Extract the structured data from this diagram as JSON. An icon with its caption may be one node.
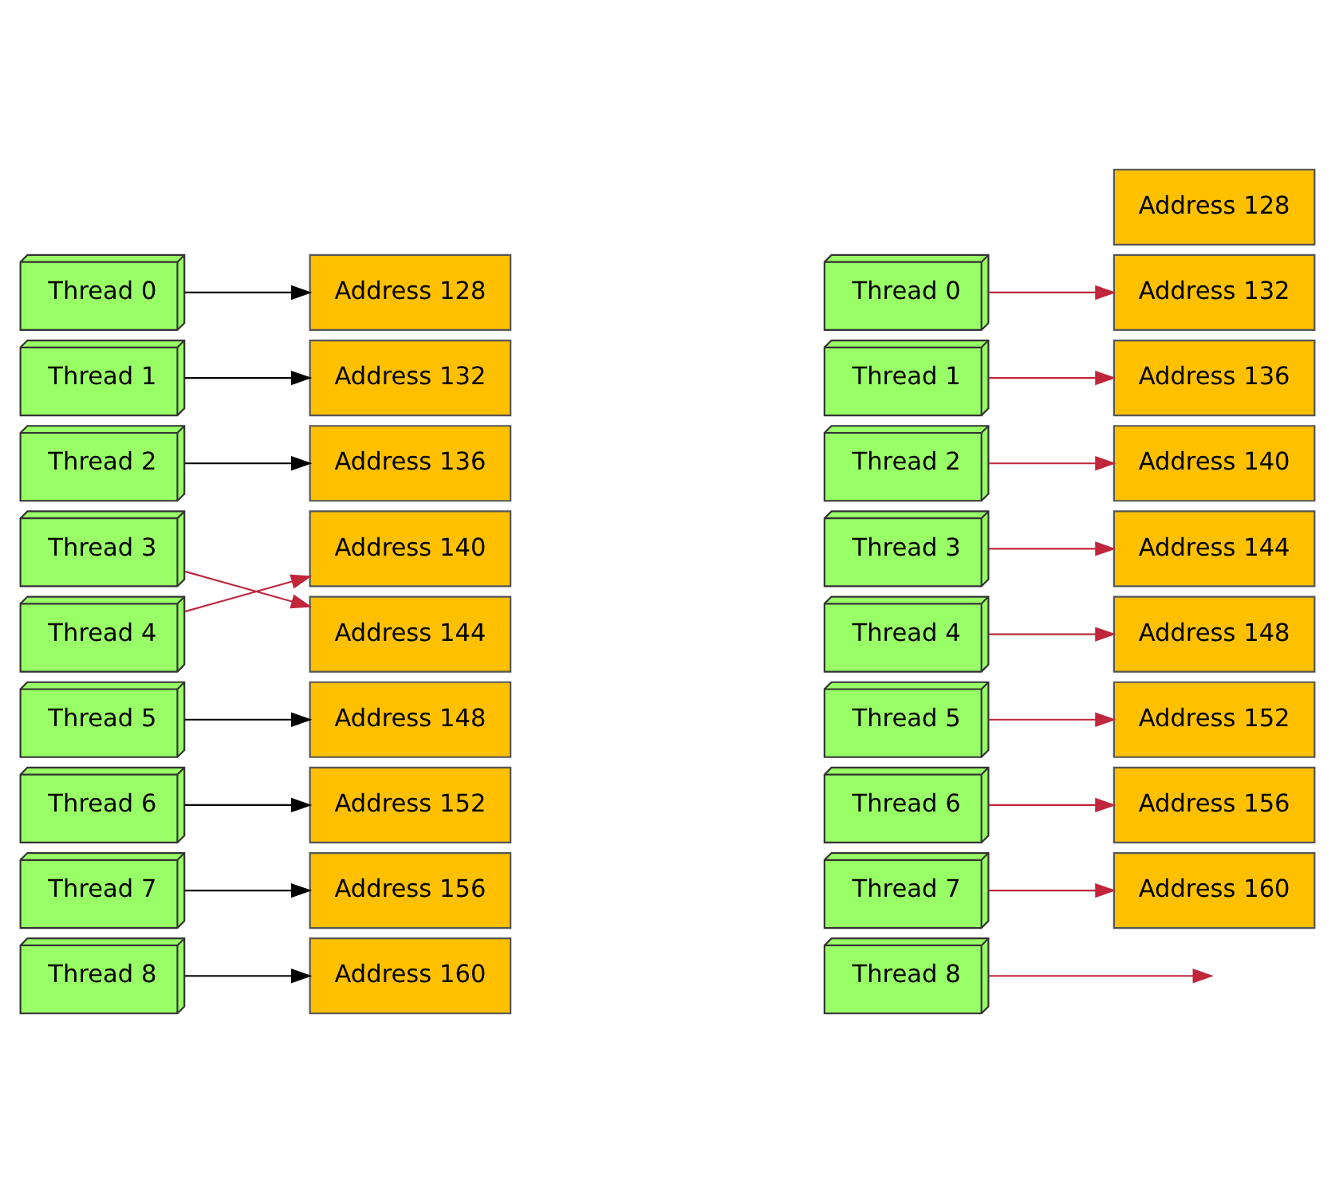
{
  "diagram": {
    "nodes": [
      {
        "text": [
          "Thread 0"
        ]
      },
      {
        "text": [
          "Thread 1"
        ]
      },
      {
        "text": [
          "Thread 2"
        ]
      },
      {
        "text": [
          "Thread 3"
        ]
      },
      {
        "text": [
          "Thread 4"
        ]
      },
      {
        "text": [
          "Thread 5"
        ]
      },
      {
        "text": [
          "Thread 6"
        ]
      },
      {
        "text": [
          "Thread 7"
        ]
      },
      {
        "text": [
          "Thread 8"
        ]
      },
      {
        "text": [
          "Address 128"
        ]
      },
      {
        "text": [
          "Address 132"
        ]
      },
      {
        "text": [
          "Address 136"
        ]
      },
      {
        "text": [
          "Address 140"
        ]
      },
      {
        "text": [
          "Address 144"
        ]
      },
      {
        "text": [
          "Address 148"
        ]
      },
      {
        "text": [
          "Address 152"
        ]
      },
      {
        "text": [
          "Address 156"
        ]
      },
      {
        "text": [
          "Address 160"
        ]
      },
      {
        "text": [
          "Thread 0"
        ]
      },
      {
        "text": [
          "Thread 1"
        ]
      },
      {
        "text": [
          "Thread 2"
        ]
      },
      {
        "text": [
          "Thread 3"
        ]
      },
      {
        "text": [
          "Thread 4"
        ]
      },
      {
        "text": [
          "Thread 5"
        ]
      },
      {
        "text": [
          "Thread 6"
        ]
      },
      {
        "text": [
          "Thread 7"
        ]
      },
      {
        "text": [
          "Thread 8"
        ]
      },
      {
        "text": [
          "Address 128"
        ]
      },
      {
        "text": [
          "Address 132"
        ]
      },
      {
        "text": [
          "Address 136"
        ]
      },
      {
        "text": [
          "Address 140"
        ]
      },
      {
        "text": [
          "Address 144"
        ]
      },
      {
        "text": [
          "Address 148"
        ]
      },
      {
        "text": [
          "Address 152"
        ]
      },
      {
        "text": [
          "Address 156"
        ]
      },
      {
        "text": [
          "Address 160"
        ]
      }
    ],
    "edges": [
      {
        "from": 0,
        "to": 9,
        "arrow": "to",
        "color": "#000000"
      },
      {
        "from": 1,
        "to": 10,
        "arrow": "to",
        "color": "#000000"
      },
      {
        "from": 2,
        "to": 11,
        "arrow": "to",
        "color": "#000000"
      },
      {
        "from": 3,
        "to": 13,
        "arrow": "to"
      },
      {
        "from": 4,
        "to": 12,
        "arrow": "to"
      },
      {
        "from": 5,
        "to": 14,
        "arrow": "to",
        "color": "#000000"
      },
      {
        "from": 6,
        "to": 15,
        "arrow": "to",
        "color": "#000000"
      },
      {
        "from": 7,
        "to": 16,
        "arrow": "to",
        "color": "#000000"
      },
      {
        "from": 8,
        "to": 17,
        "arrow": "to",
        "color": "#000000"
      },
      {
        "from": 18,
        "to": 28,
        "arrow": "to"
      },
      {
        "from": 19,
        "to": 29,
        "arrow": "to"
      },
      {
        "from": 20,
        "to": 30,
        "arrow": "to"
      },
      {
        "from": 21,
        "to": 31,
        "arrow": "to"
      },
      {
        "from": 22,
        "to": 32,
        "arrow": "to"
      },
      {
        "from": 23,
        "to": 33,
        "arrow": "to"
      },
      {
        "from": 24,
        "to": 34,
        "arrow": "to"
      },
      {
        "from": 25,
        "to": 35,
        "arrow": "to"
      },
      {
        "from": 26,
        "to": null,
        "arrow": "to"
      }
    ]
  }
}
